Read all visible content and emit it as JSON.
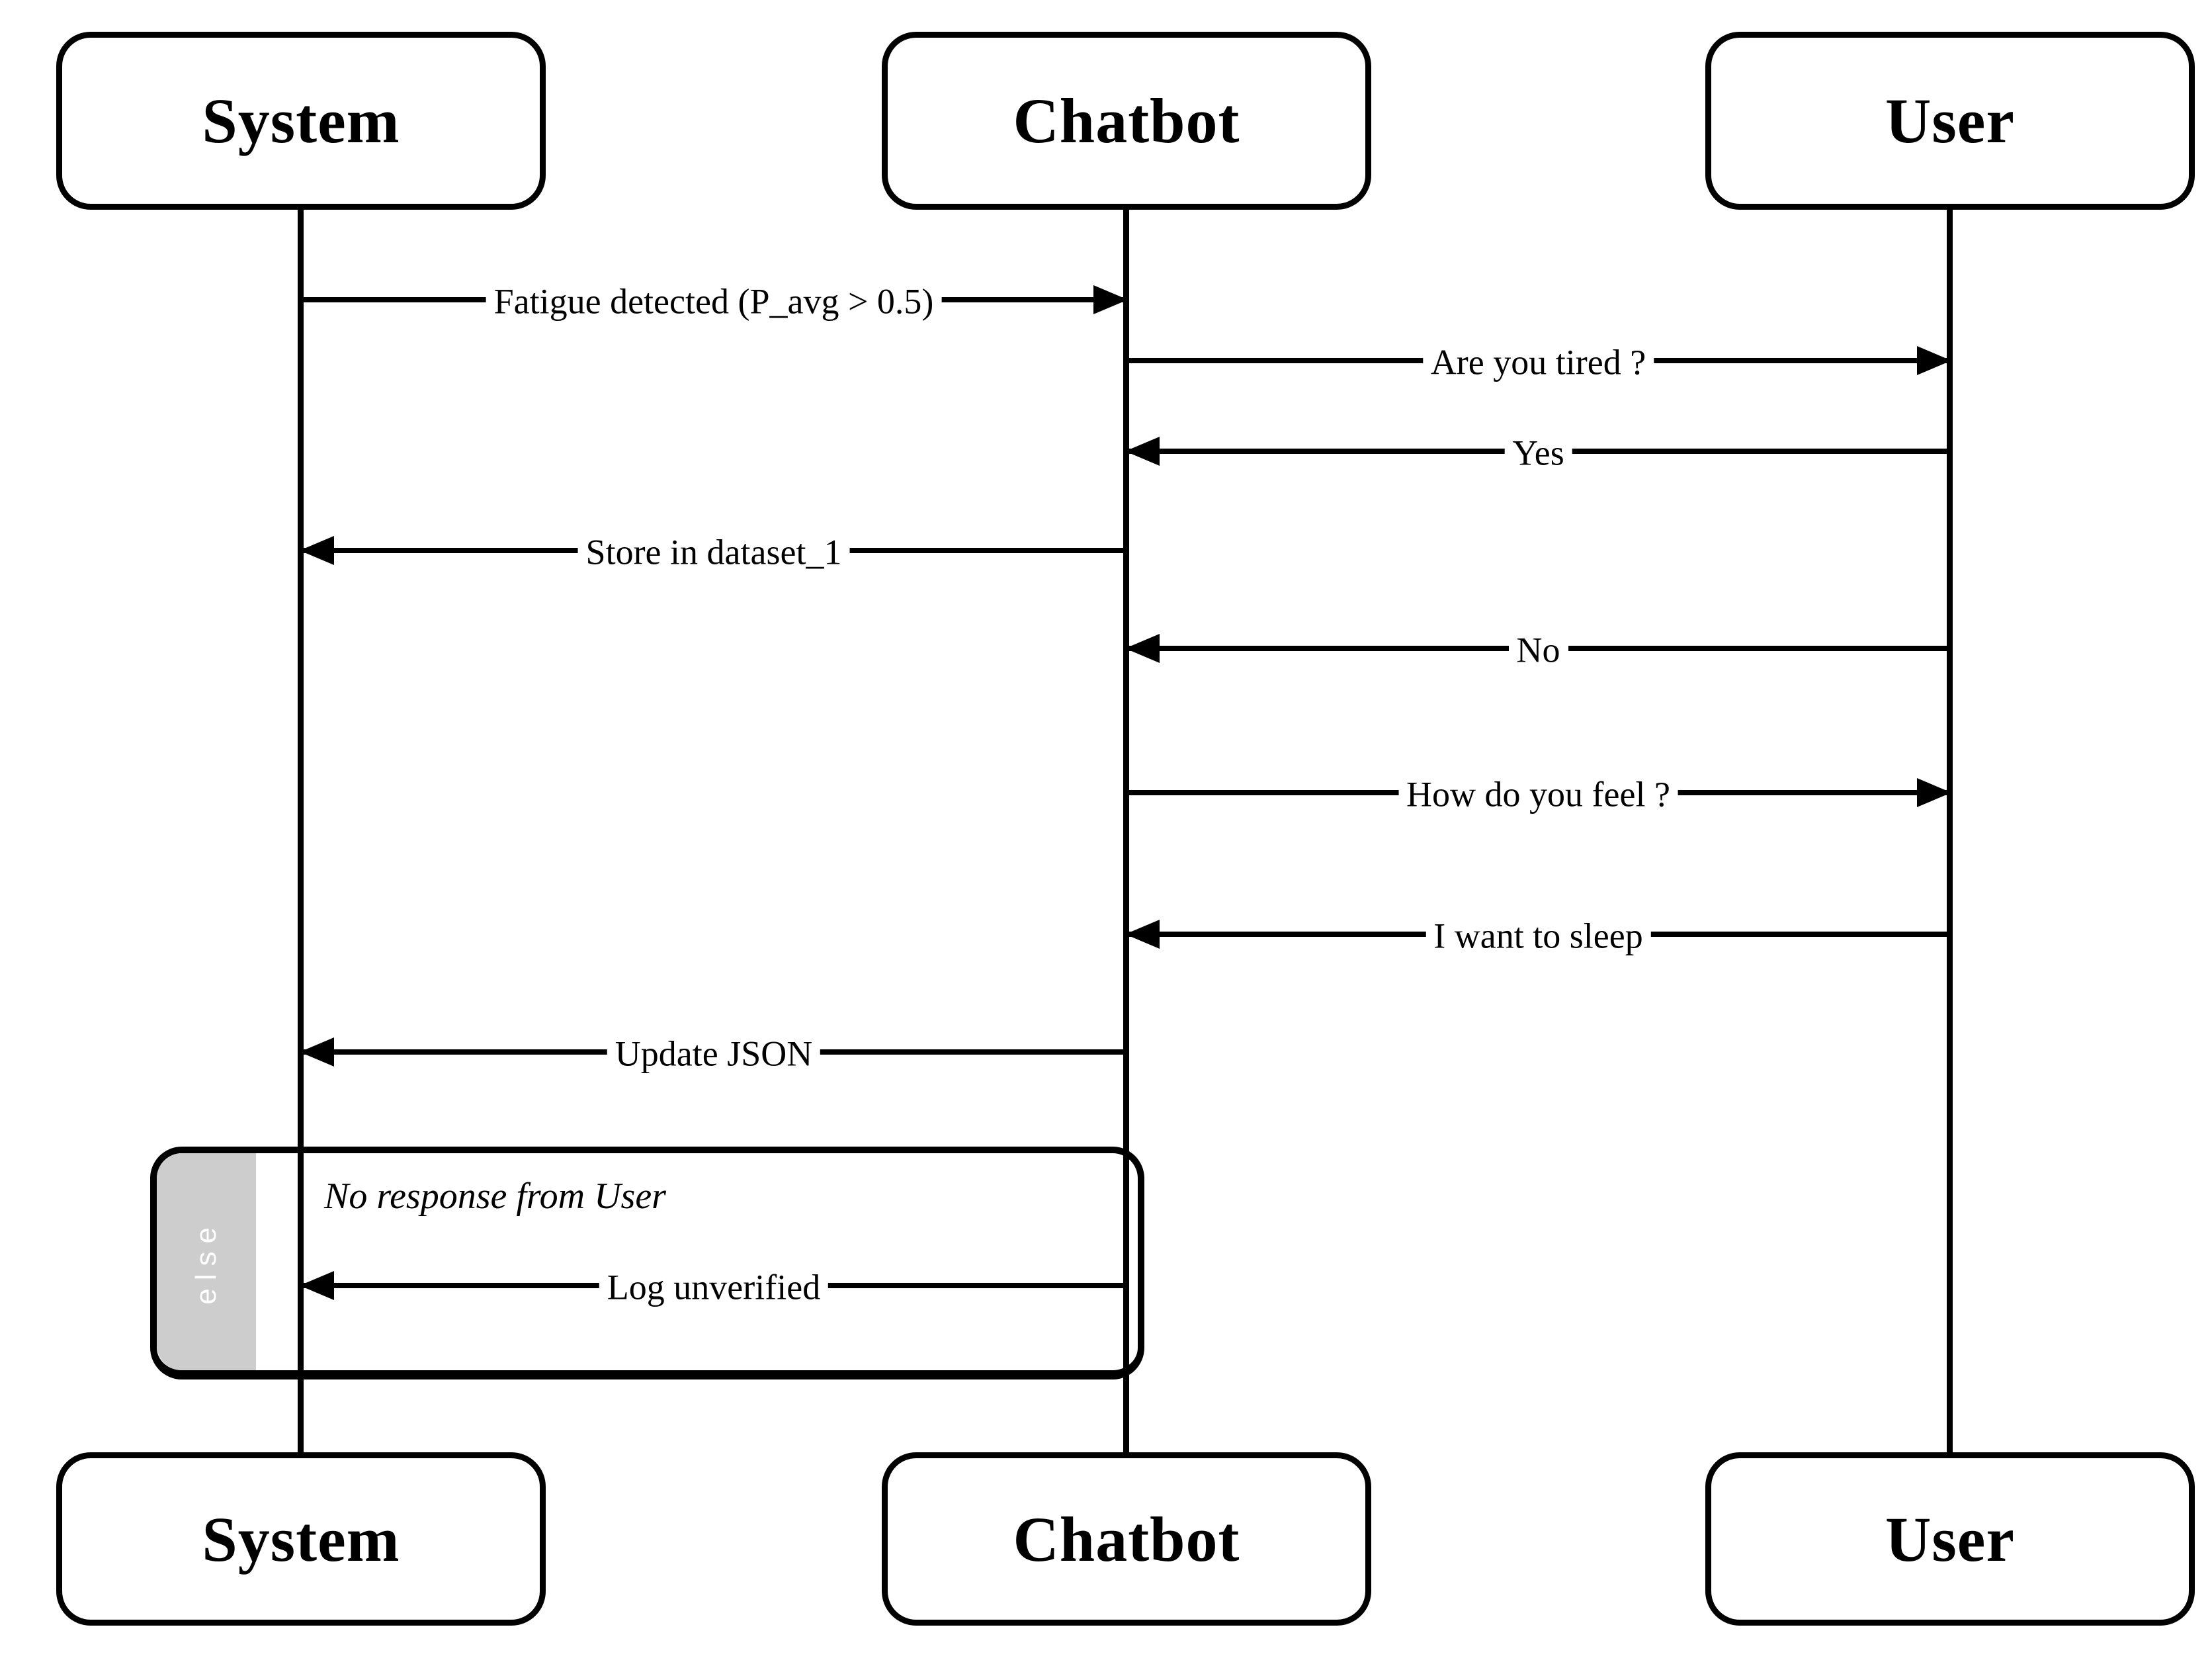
{
  "diagram": {
    "type": "sequence-diagram",
    "actors": [
      {
        "name": "System"
      },
      {
        "name": "Chatbot"
      },
      {
        "name": "User"
      }
    ],
    "messages": [
      {
        "from": "System",
        "to": "Chatbot",
        "label": "Fatigue detected (P_avg > 0.5)"
      },
      {
        "from": "Chatbot",
        "to": "User",
        "label": "Are you tired ?"
      },
      {
        "from": "User",
        "to": "Chatbot",
        "label": "Yes"
      },
      {
        "from": "Chatbot",
        "to": "System",
        "label": "Store in dataset_1"
      },
      {
        "from": "User",
        "to": "Chatbot",
        "label": "No"
      },
      {
        "from": "Chatbot",
        "to": "User",
        "label": "How do you feel ?"
      },
      {
        "from": "User",
        "to": "Chatbot",
        "label": "I want to sleep"
      },
      {
        "from": "Chatbot",
        "to": "System",
        "label": "Update JSON"
      }
    ],
    "fragment": {
      "operator": "else",
      "guard": "No response from User",
      "messages": [
        {
          "from": "Chatbot",
          "to": "System",
          "label": "Log unverified"
        }
      ]
    },
    "colors": {
      "line": "#000000",
      "background": "#ffffff",
      "fragment_tab": "#cdcdcd",
      "fragment_tab_text": "#ffffff"
    }
  }
}
